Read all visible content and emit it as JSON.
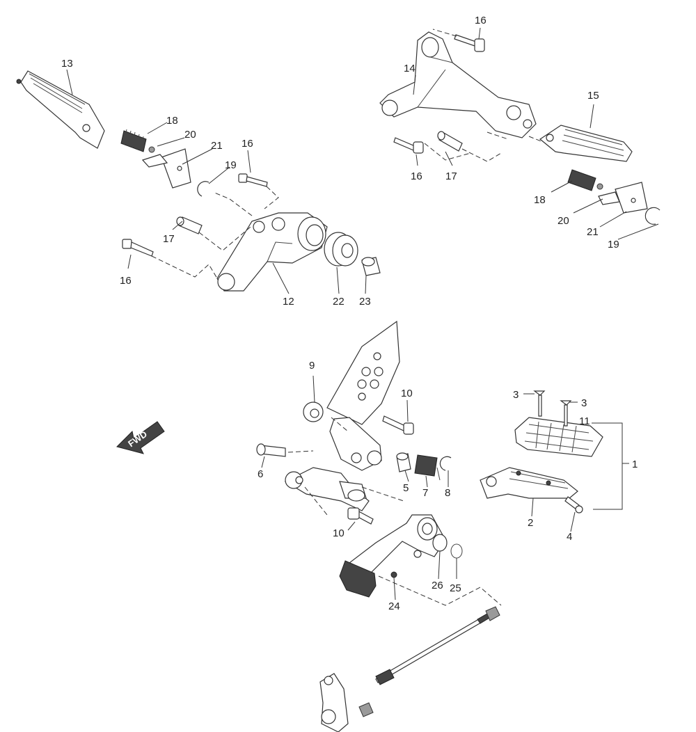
{
  "fwd_label": "FWD",
  "callouts": {
    "c13": "13",
    "c18a": "18",
    "c20a": "20",
    "c21a": "21",
    "c16a": "16",
    "c19a": "19",
    "c17a": "17",
    "c16b": "16",
    "c12": "12",
    "c22": "22",
    "c23": "23",
    "c16c": "16",
    "c14": "14",
    "c15": "15",
    "c16d": "16",
    "c17b": "17",
    "c18b": "18",
    "c20b": "20",
    "c21b": "21",
    "c19b": "19",
    "c9": "9",
    "c10a": "10",
    "c6": "6",
    "c5": "5",
    "c7": "7",
    "c8": "8",
    "c10b": "10",
    "c24": "24",
    "c26": "26",
    "c25": "25",
    "c3a": "3",
    "c3b": "3",
    "c11": "11",
    "c1": "1",
    "c2": "2",
    "c4": "4"
  }
}
